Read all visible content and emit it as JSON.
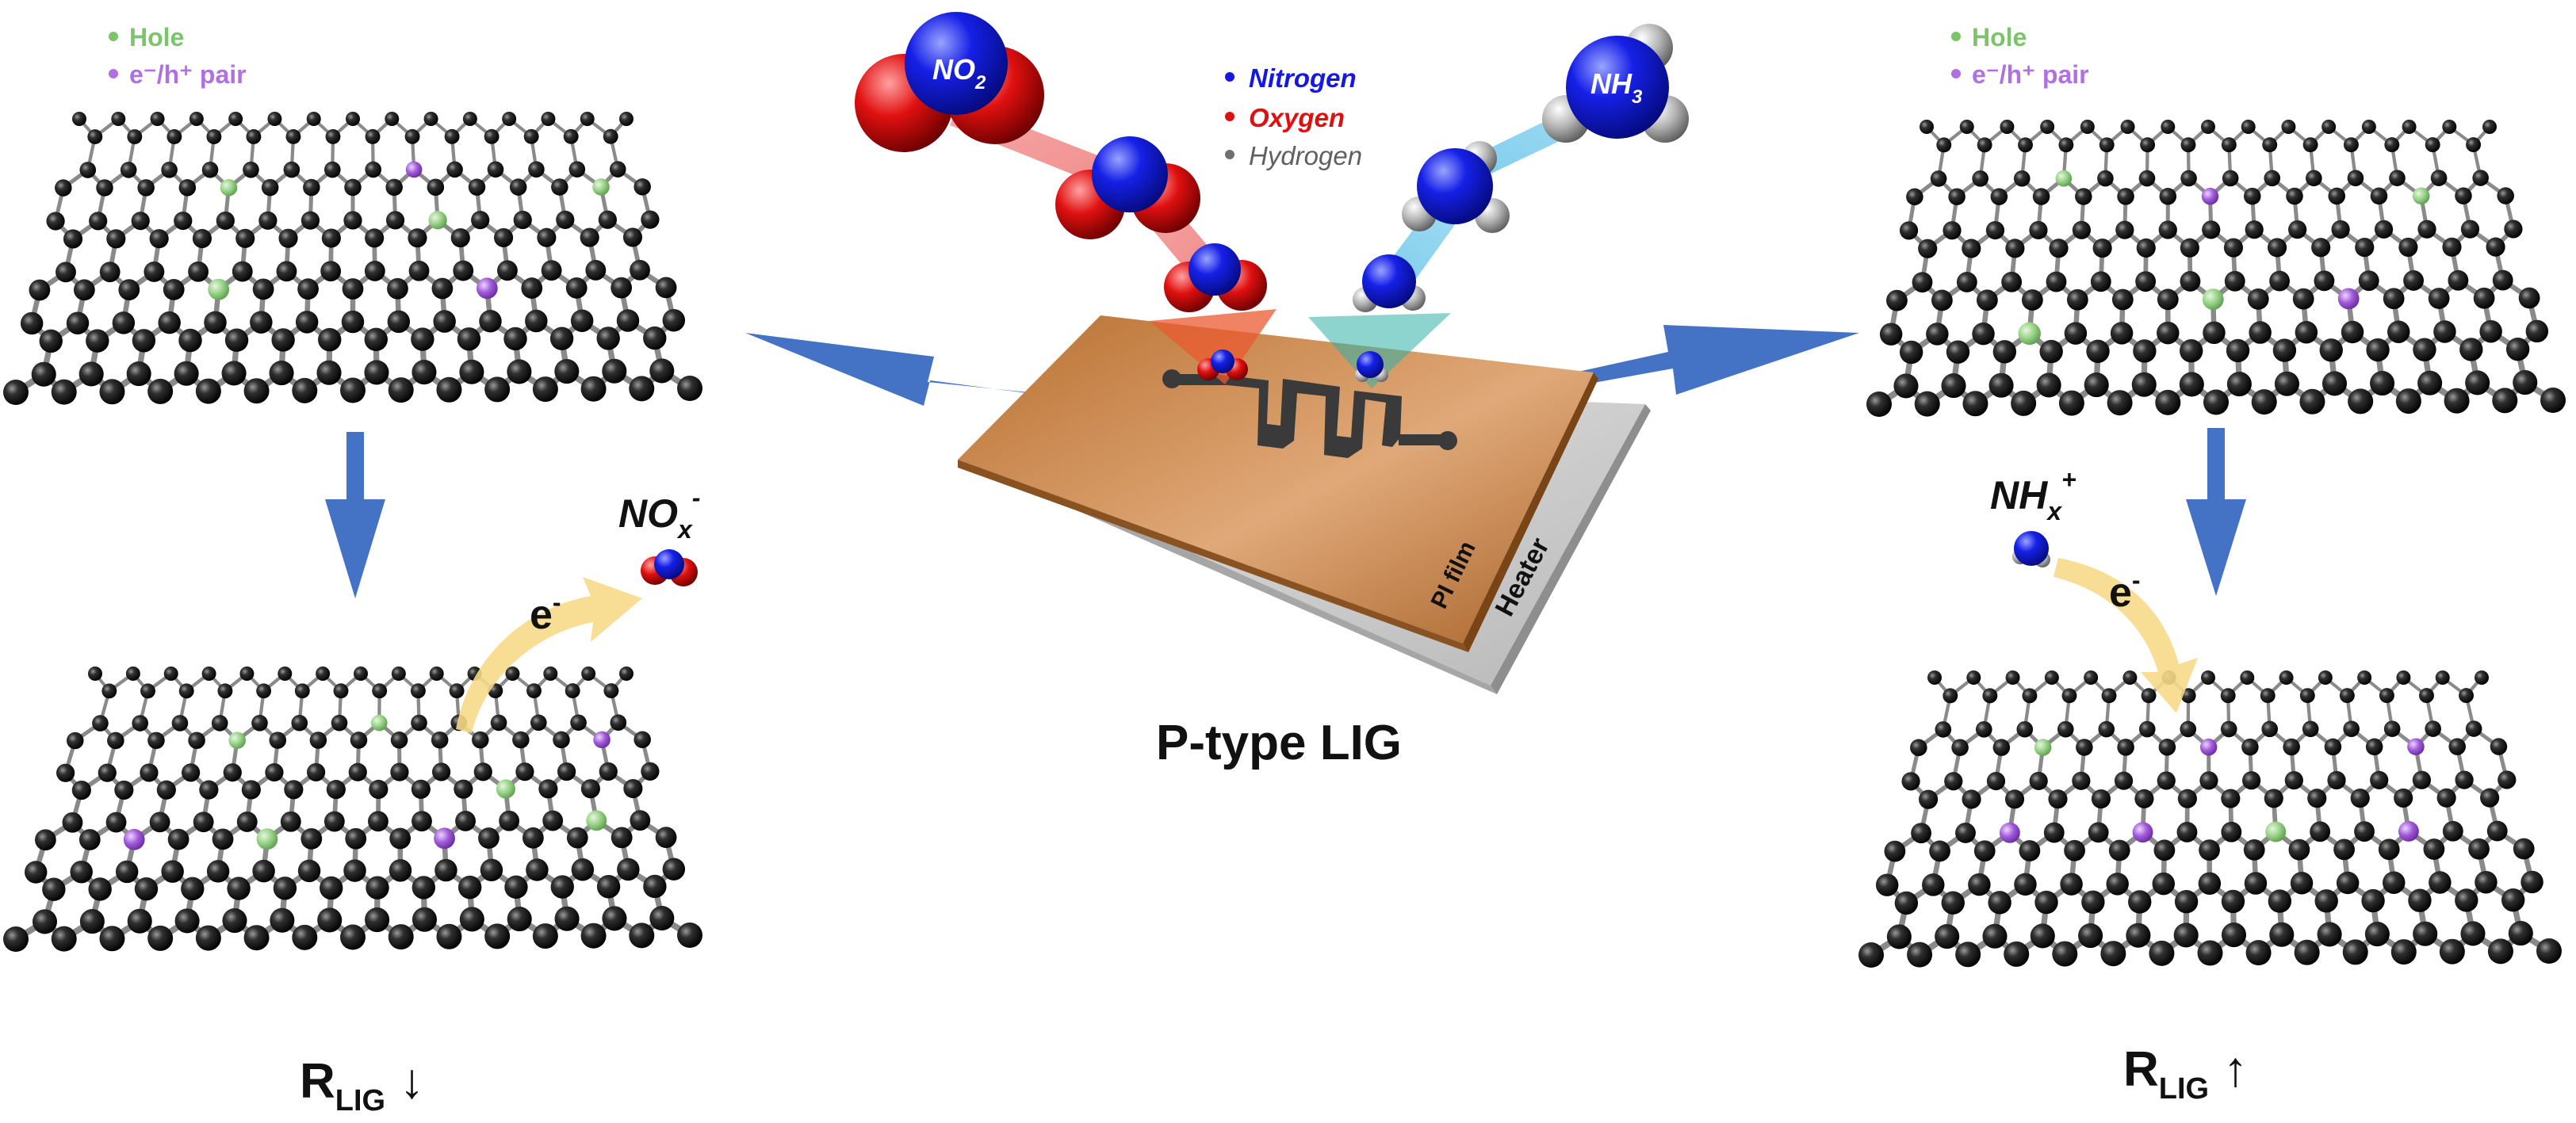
{
  "figure": {
    "center_title": "P-type LIG",
    "left": {
      "legend": {
        "hole": "Hole",
        "pair": "e⁻/h⁺ pair"
      },
      "gas_label": {
        "base": "NO",
        "sub": "x",
        "sup": "-"
      },
      "electron_label": {
        "base": "e",
        "sup": "-"
      },
      "result": {
        "base": "R",
        "sub": "LIG",
        "arrow": "↓"
      }
    },
    "right": {
      "legend": {
        "hole": "Hole",
        "pair": "e⁻/h⁺ pair"
      },
      "gas_label": {
        "base": "NH",
        "sub": "x",
        "sup": "+"
      },
      "electron_label": {
        "base": "e",
        "sup": "-"
      },
      "result": {
        "base": "R",
        "sub": "LIG",
        "arrow": "↑"
      }
    },
    "element_legend": {
      "nitrogen": "Nitrogen",
      "oxygen": "Oxygen",
      "hydrogen": "Hydrogen"
    },
    "molecules": {
      "no2": {
        "base": "NO",
        "sub": "2"
      },
      "nh3": {
        "base": "NH",
        "sub": "3"
      }
    },
    "device": {
      "film_label": "PI film",
      "heater_label": "Heater"
    }
  },
  "colors": {
    "hole": "#7cc46a",
    "pair": "#b070e0",
    "nitrogen": "#1418e0",
    "oxygen": "#e01010",
    "hydrogen": "#707070",
    "arrow_blue": "#4472c4",
    "electron_arrow": "#f7d98a",
    "film": "#c88a4e",
    "heater": "#c8c8c8"
  }
}
